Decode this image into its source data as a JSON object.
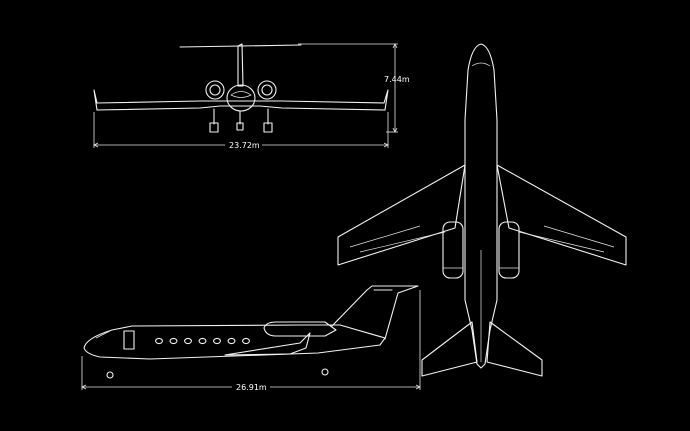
{
  "dimensions": {
    "height": "7.44m",
    "wingspan": "23.72m",
    "length": "26.91m"
  },
  "colors": {
    "background": "#000000",
    "line": "#f2f2f2"
  }
}
